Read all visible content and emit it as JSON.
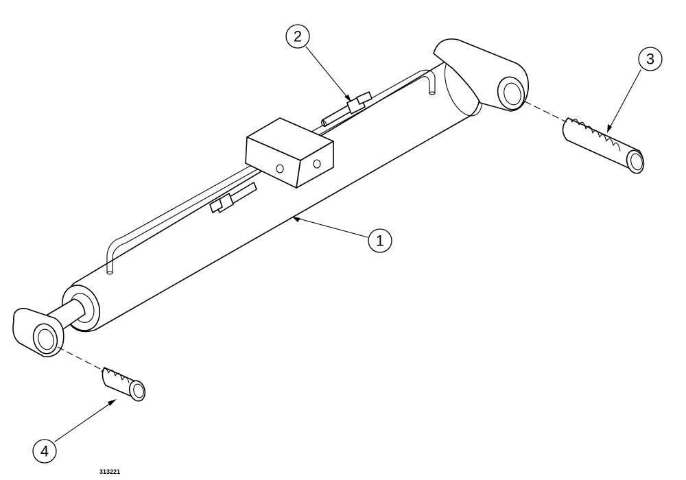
{
  "drawing_number": "313221",
  "callouts": [
    {
      "id": "1",
      "label": "1"
    },
    {
      "id": "2",
      "label": "2"
    },
    {
      "id": "3",
      "label": "3"
    },
    {
      "id": "4",
      "label": "4"
    }
  ],
  "colors": {
    "line": "#000000",
    "background": "#ffffff"
  }
}
